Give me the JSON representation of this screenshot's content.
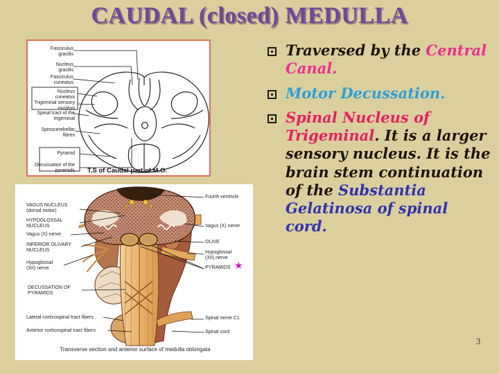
{
  "slide": {
    "title": "CAUDAL (closed) MEDULLA",
    "page_number": "3",
    "colors": {
      "background": "#dbcf9e",
      "title": "#6b4a9b",
      "text": "#201408",
      "pink": "#ee2f8d",
      "light_blue": "#2ba0d6",
      "crimson": "#e52160",
      "navy": "#3232aa",
      "frame_border": "#df7158",
      "star_magenta": "#c516c5",
      "label_ink": "#1c1c1c"
    }
  },
  "bullets": [
    {
      "segments": [
        {
          "text": "Traversed by the ",
          "color": "text"
        },
        {
          "text": "Central Canal.",
          "color": "pink"
        }
      ]
    },
    {
      "segments": [
        {
          "text": "Motor Decussation.",
          "color": "light_blue"
        }
      ]
    },
    {
      "segments": [
        {
          "text": "Spinal Nucleus of Trigeminal",
          "color": "crimson"
        },
        {
          "text": ". It is a larger sensory nucleus. It is the brain stem continuation of the ",
          "color": "text"
        },
        {
          "text": "Substantia Gelatinosa of spinal cord.",
          "color": "navy"
        }
      ]
    }
  ],
  "diagram1": {
    "caption": "T.S of Caudal part of M.O.",
    "labels": [
      "Fasciculus gracilis",
      "Nucleus gracilis",
      "Fasciculus cuneatus",
      "Nucleus cuneatus",
      "Trigeminal sensory nucleus",
      "Spinal tract of the trigeminal",
      "Spinocerebellar fibres",
      "Pyramid",
      "Decussation of the pyramids"
    ]
  },
  "diagram2": {
    "caption": "Transverse section and anterior surface of medulla oblongata",
    "labels_left": [
      "VAGUS NUCLEUS (dorsal motor)",
      "HYPOGLOSSAL NUCLEUS",
      "Vagus (X) nerve",
      "INFERIOR OLIVARY NUCLEUS",
      "Hypoglossal (XII) nerve",
      "DECUSSATION OF PYRAMIDS",
      "Lateral corticospinal tract fibers",
      "Anterior corticospinal tract fibers"
    ],
    "labels_right": [
      "Fourth ventricle",
      "Vagus (X) nerve",
      "OLIVE",
      "Hypoglossal (XII) nerve",
      "PYRAMIDS",
      "Spinal nerve C1",
      "Spinal cord"
    ],
    "star_glyph": "★"
  }
}
